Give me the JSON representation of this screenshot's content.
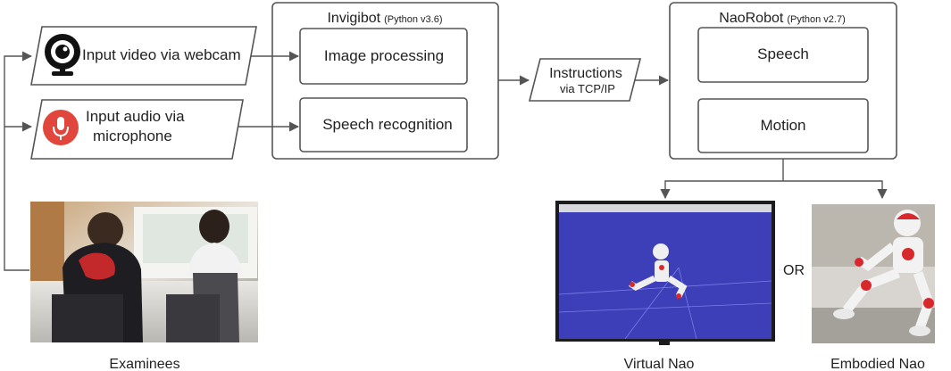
{
  "inputs": {
    "video": "Input video via webcam",
    "audio_line1": "Input  audio via",
    "audio_line2": "microphone"
  },
  "invigibot": {
    "title": "Invigibot",
    "version": "(Python v3.6)",
    "modules": [
      "Image processing",
      "Speech recognition"
    ]
  },
  "instructions": {
    "title": "Instructions",
    "subtitle": "via TCP/IP"
  },
  "naorobot": {
    "title": "NaoRobot",
    "version": "(Python v2.7)",
    "modules": [
      "Speech",
      "Motion"
    ]
  },
  "photos": {
    "examinees": "Examinees",
    "virtual": "Virtual Nao",
    "embodied": "Embodied Nao",
    "or": "OR"
  },
  "icons": {
    "webcam": "webcam-icon",
    "microphone": "microphone-icon"
  },
  "colors": {
    "mic_red": "#e0463c",
    "virtual_screen": "#3d3fb8",
    "robot_red": "#d9282b"
  }
}
